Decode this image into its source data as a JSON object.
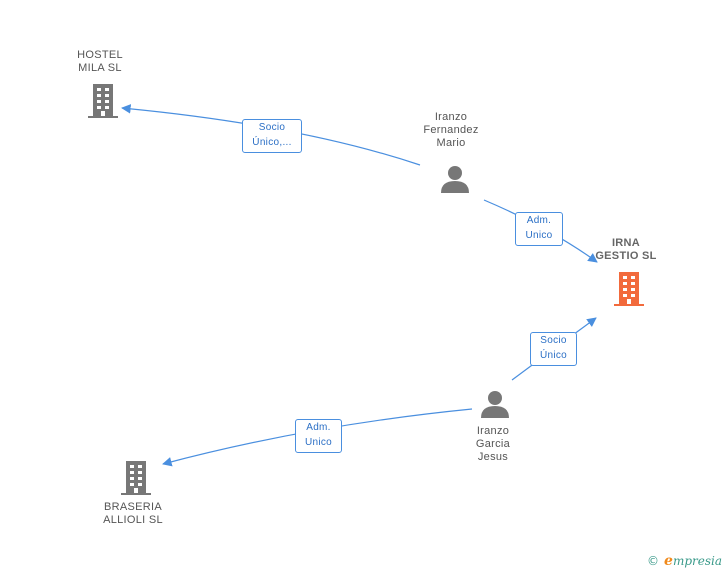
{
  "colors": {
    "edge": "#4a8fdf",
    "company_icon": "#777777",
    "main_company_icon": "#f26a3c",
    "person_icon": "#777777"
  },
  "nodes": {
    "hostel": {
      "label": "HOSTEL\nMILA SL",
      "icon": "building-icon"
    },
    "fernandez": {
      "label": "Iranzo\nFernandez\nMario",
      "icon": "person-icon"
    },
    "irna": {
      "label": "IRNA\nGESTIO SL",
      "icon": "building-icon"
    },
    "garcia": {
      "label": "Iranzo\nGarcia\nJesus",
      "icon": "person-icon"
    },
    "braseria": {
      "label": "BRASERIA\nALLIOLI SL",
      "icon": "building-icon"
    }
  },
  "edges": {
    "fernandez_hostel": {
      "line1": "Socio",
      "line2": "Único,..."
    },
    "fernandez_irna": {
      "line1": "Adm.",
      "line2": "Unico"
    },
    "garcia_irna": {
      "line1": "Socio",
      "line2": "Único"
    },
    "garcia_braseria": {
      "line1": "Adm.",
      "line2": "Unico"
    }
  },
  "watermark": {
    "copyright": "©",
    "brand_initial": "e",
    "brand_rest": "mpresia"
  }
}
